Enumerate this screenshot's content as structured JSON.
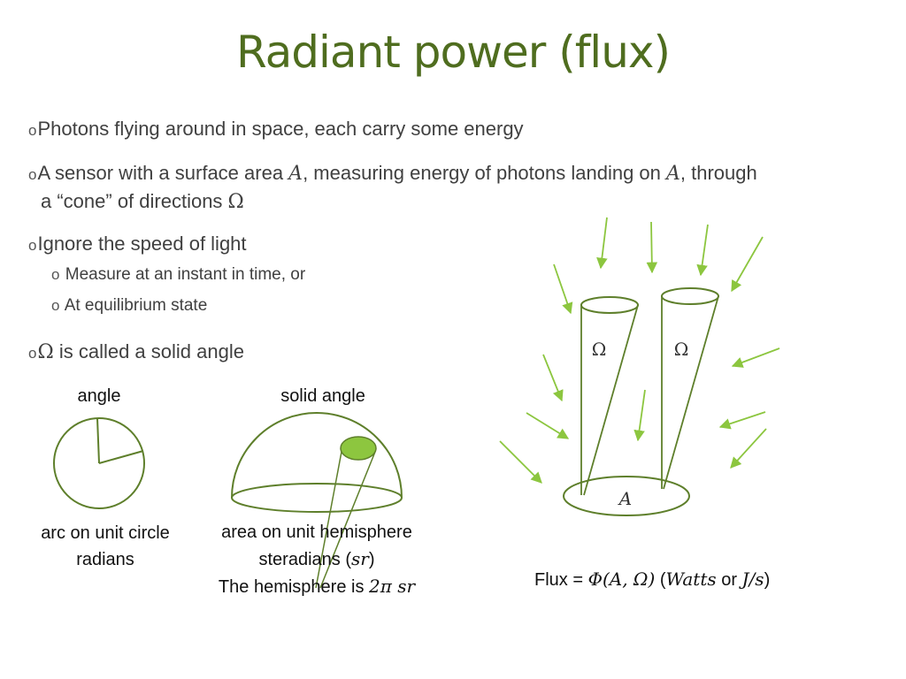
{
  "slide": {
    "title": "Radiant power (flux)",
    "bullet_marker": "o",
    "bullets": {
      "b1": "Photons flying around in space, each carry some energy",
      "b2_pre": "A sensor with a surface area ",
      "b2_A1": "A",
      "b2_mid": ", measuring energy of photons landing on ",
      "b2_A2": "A",
      "b2_post": ", through",
      "b2_line2": "a “cone” of directions ",
      "b2_omega": "Ω",
      "b3": "Ignore the speed of light",
      "b3a": "Measure at an instant in time, or",
      "b3b": "At equilibrium state",
      "b4_omega": "Ω",
      "b4": " is called a solid angle"
    }
  },
  "angle_diagram": {
    "label": "angle",
    "caption_line1": "arc on unit circle",
    "caption_line2": "radians"
  },
  "solid_angle_diagram": {
    "label": "solid angle",
    "caption_line1": "area on unit hemisphere",
    "caption_line2_pre": "steradians (",
    "caption_line2_math": "sr",
    "caption_line2_post": ")",
    "caption_line3_pre": "The hemisphere is ",
    "caption_line3_math": "2π sr"
  },
  "flux_diagram": {
    "omega_left": "Ω",
    "omega_right": "Ω",
    "area_label": "A",
    "formula_pre": "Flux = ",
    "formula_math": "Φ(A, Ω)",
    "formula_paren_open": " (",
    "formula_watts": "Watts",
    "formula_or": " or ",
    "formula_js": "J/s",
    "formula_paren_close": ")"
  },
  "colors": {
    "title": "#4f6d1f",
    "stroke": "#5e7f2b",
    "arrow": "#8cc63f",
    "patch_fill": "#8dc63f"
  }
}
